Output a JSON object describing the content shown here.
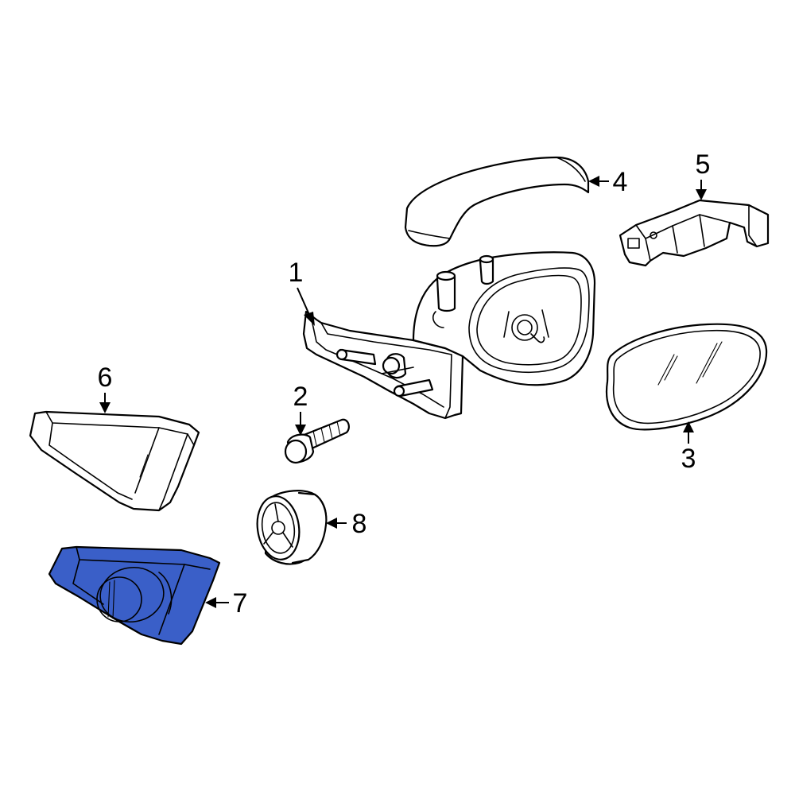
{
  "highlight_color": "#3a5fc8",
  "line_color": "#000000",
  "background": "#ffffff",
  "parts": [
    {
      "key": "mirror-housing",
      "number": "1",
      "highlighted": false
    },
    {
      "key": "bolt",
      "number": "2",
      "highlighted": false
    },
    {
      "key": "mirror-glass",
      "number": "3",
      "highlighted": false
    },
    {
      "key": "mirror-cover",
      "number": "4",
      "highlighted": false
    },
    {
      "key": "bracket",
      "number": "5",
      "highlighted": false
    },
    {
      "key": "outer-cover",
      "number": "6",
      "highlighted": false
    },
    {
      "key": "inner-cover",
      "number": "7",
      "highlighted": true
    },
    {
      "key": "lamp",
      "number": "8",
      "highlighted": false
    }
  ]
}
